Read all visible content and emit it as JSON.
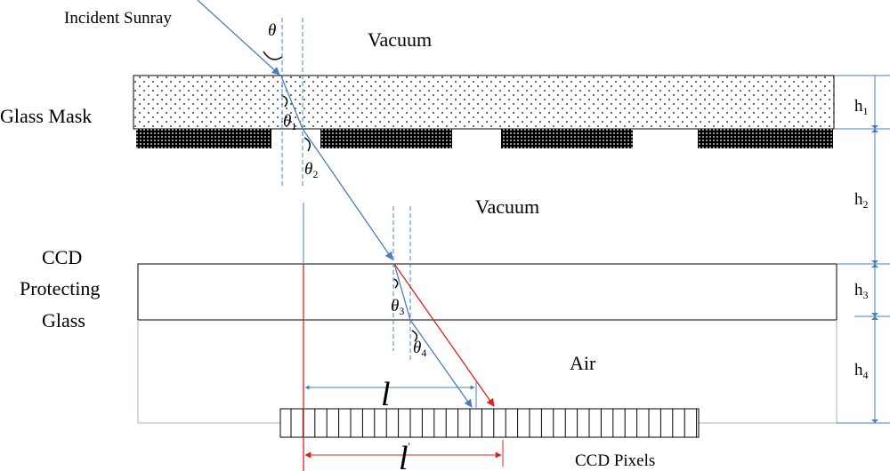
{
  "labels": {
    "incident": "Incident Sunray",
    "vacuum_top": "Vacuum",
    "vacuum_mid": "Vacuum",
    "glass_mask": "Glass Mask",
    "ccd_glass_1": "CCD",
    "ccd_glass_2": "Protecting",
    "ccd_glass_3": "Glass",
    "air": "Air",
    "ccd_pixels": "CCD Pixels"
  },
  "angles": {
    "theta": "θ",
    "theta1": "θ",
    "theta1_sub": "1",
    "theta2": "θ",
    "theta2_sub": "2",
    "theta3": "θ",
    "theta3_sub": "3",
    "theta4": "θ",
    "theta4_sub": "4"
  },
  "dimensions": {
    "h1": "h",
    "h1_sub": "1",
    "h2": "h",
    "h2_sub": "2",
    "h3": "h",
    "h3_sub": "3",
    "h4": "h",
    "h4_sub": "4",
    "l": "l",
    "l_prime": "l",
    "l_prime_mark": "'"
  },
  "colors": {
    "ray": "#4a7ebb",
    "red_ray": "#e02020",
    "dim": "#4a7ebb",
    "normal": "#4a7ebb"
  }
}
